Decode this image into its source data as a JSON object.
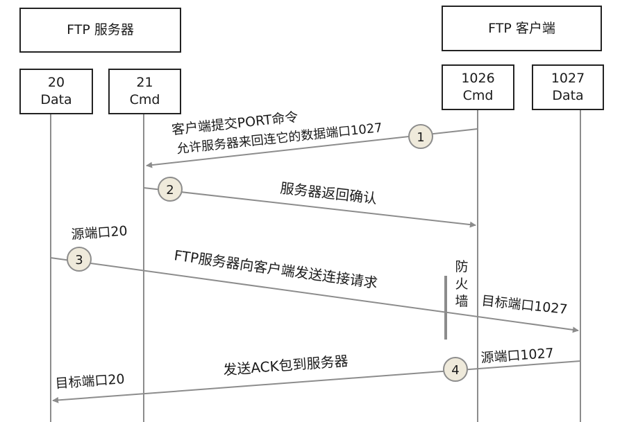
{
  "server_header": "FTP 服务器",
  "client_header": "FTP 客户端",
  "ports": {
    "s20": {
      "num": "20",
      "type": "Data"
    },
    "s21": {
      "num": "21",
      "type": "Cmd"
    },
    "c1026": {
      "num": "1026",
      "type": "Cmd"
    },
    "c1027": {
      "num": "1027",
      "type": "Data"
    }
  },
  "steps": {
    "s1": {
      "num": "1",
      "line1": "客户端提交PORT命令",
      "line2": "允许服务器来回连它的数据端口1027"
    },
    "s2": {
      "num": "2",
      "label": "服务器返回确认"
    },
    "s3": {
      "num": "3",
      "label": "FTP服务器向客户端发送连接请求",
      "src": "源端口20",
      "dst": "目标端口1027"
    },
    "s4": {
      "num": "4",
      "label": "发送ACK包到服务器",
      "src": "源端口1027",
      "dst": "目标端口20"
    }
  },
  "firewall": [
    "防",
    "火",
    "墙"
  ],
  "colors": {
    "line": "#8c8c8c",
    "circle_fill": "#efeadb",
    "text": "#1a1a1a"
  }
}
